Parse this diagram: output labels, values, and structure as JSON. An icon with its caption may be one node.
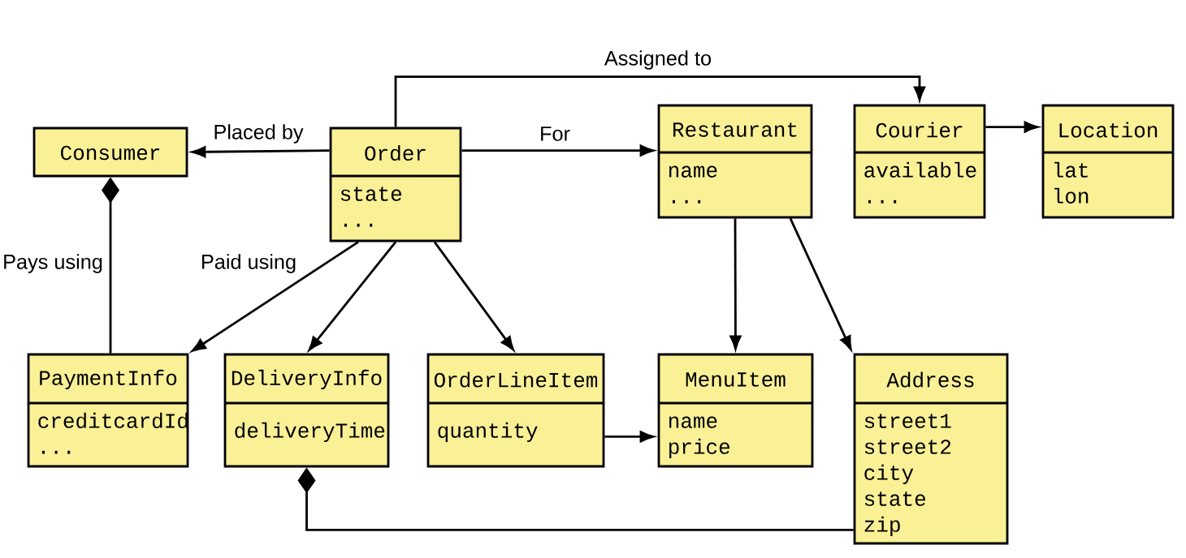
{
  "diagram": {
    "nodes": [
      {
        "text": [
          "Consumer"
        ]
      },
      {
        "text": [
          "Order",
          "state",
          "..."
        ]
      },
      {
        "text": [
          "Restaurant",
          "name",
          "..."
        ]
      },
      {
        "text": [
          "Courier",
          "available",
          "..."
        ]
      },
      {
        "text": [
          "Location",
          "lat",
          "lon"
        ]
      },
      {
        "text": [
          "PaymentInfo",
          "creditcardId",
          "..."
        ]
      },
      {
        "text": [
          "DeliveryInfo",
          "deliveryTime"
        ]
      },
      {
        "text": [
          "OrderLineItem",
          "quantity"
        ]
      },
      {
        "text": [
          "MenuItem",
          "name",
          "price"
        ]
      },
      {
        "text": [
          "Address",
          "street1",
          "street2",
          "city",
          "state",
          "zip"
        ]
      }
    ],
    "edges": [
      {
        "from": 1,
        "to": 0,
        "arrow": "to",
        "label": "Placed by"
      },
      {
        "from": 1,
        "to": 2,
        "arrow": "to",
        "label": "For"
      },
      {
        "from": 1,
        "to": 3,
        "arrow": "to",
        "label": "Assigned to"
      },
      {
        "from": 3,
        "to": 4,
        "arrow": "to"
      },
      {
        "from": 1,
        "to": 5,
        "arrow": "to",
        "label": "Paid using"
      },
      {
        "from": 1,
        "to": 6,
        "arrow": "to"
      },
      {
        "from": 1,
        "to": 7,
        "arrow": "to"
      },
      {
        "from": 2,
        "to": 8,
        "arrow": "to"
      },
      {
        "from": 2,
        "to": 9,
        "arrow": "to"
      },
      {
        "from": 7,
        "to": 8,
        "arrow": "to"
      },
      {
        "from": 0,
        "to": 5,
        "arrow": "other",
        "label": "Pays using"
      },
      {
        "from": 6,
        "to": 9,
        "arrow": "other"
      }
    ]
  }
}
